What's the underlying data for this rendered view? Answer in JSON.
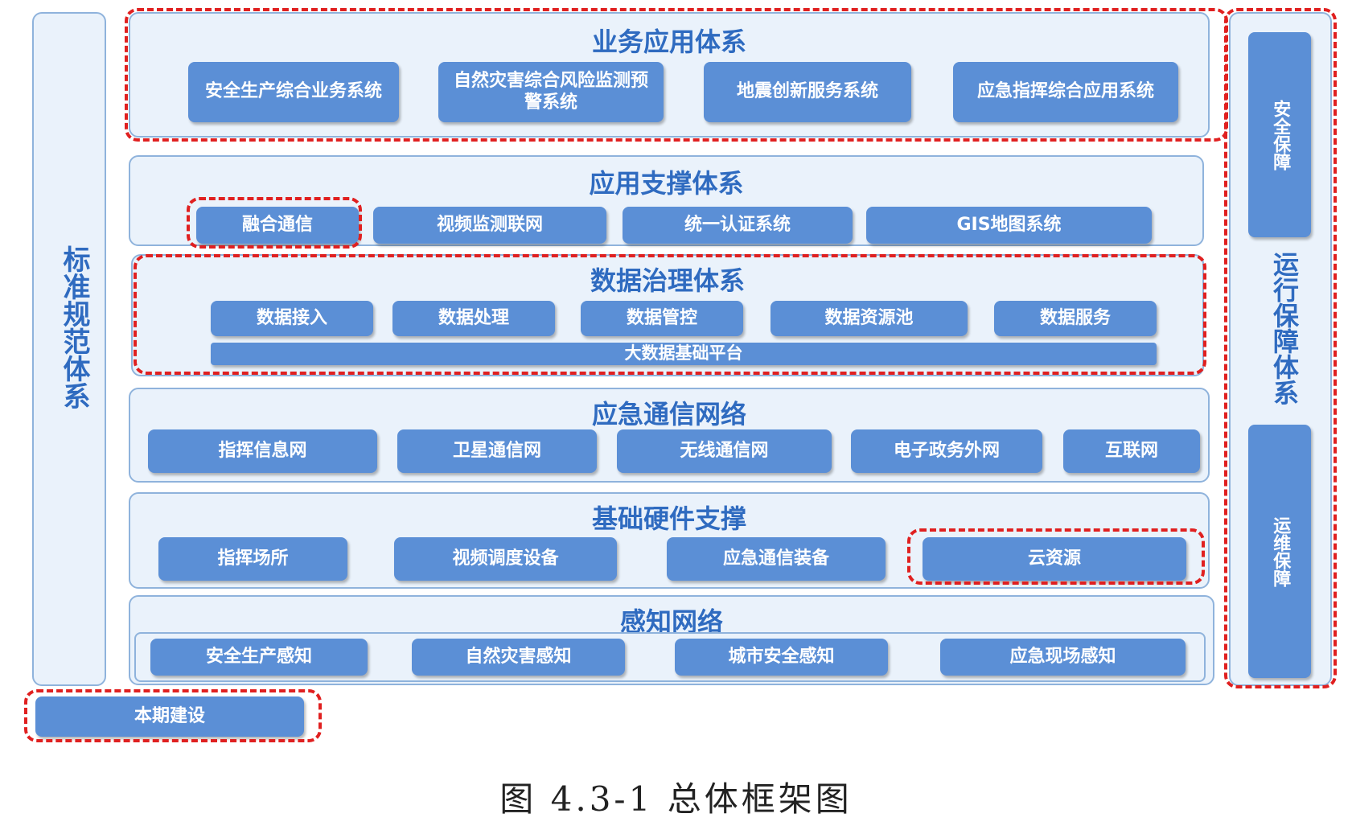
{
  "left_column": {
    "label": "标准规范体系"
  },
  "right_column": {
    "label": "运行保障体系",
    "top_box": "安全保障",
    "bottom_box": "运维保障"
  },
  "layers": {
    "business": {
      "title": "业务应用体系",
      "items": [
        "安全生产综合业务系统",
        "自然灾害综合风险监测预警系统",
        "地震创新服务系统",
        "应急指挥综合应用系统"
      ]
    },
    "support": {
      "title": "应用支撑体系",
      "items": [
        "融合通信",
        "视频监测联网",
        "统一认证系统",
        "GIS地图系统"
      ]
    },
    "data": {
      "title": "数据治理体系",
      "items": [
        "数据接入",
        "数据处理",
        "数据管控",
        "数据资源池",
        "数据服务"
      ],
      "platform": "大数据基础平台"
    },
    "network": {
      "title": "应急通信网络",
      "items": [
        "指挥信息网",
        "卫星通信网",
        "无线通信网",
        "电子政务外网",
        "互联网"
      ]
    },
    "hardware": {
      "title": "基础硬件支撑",
      "items": [
        "指挥场所",
        "视频调度设备",
        "应急通信装备",
        "云资源"
      ]
    },
    "perception": {
      "title": "感知网络",
      "items": [
        "安全生产感知",
        "自然灾害感知",
        "城市安全感知",
        "应急现场感知"
      ]
    }
  },
  "legend": {
    "label": "本期建设"
  },
  "caption": "图 4.3-1 总体框架图",
  "colors": {
    "box": "#5b8fd6",
    "panel": "#eaf2fb",
    "title": "#2f6bc0",
    "dash": "#e02020"
  }
}
